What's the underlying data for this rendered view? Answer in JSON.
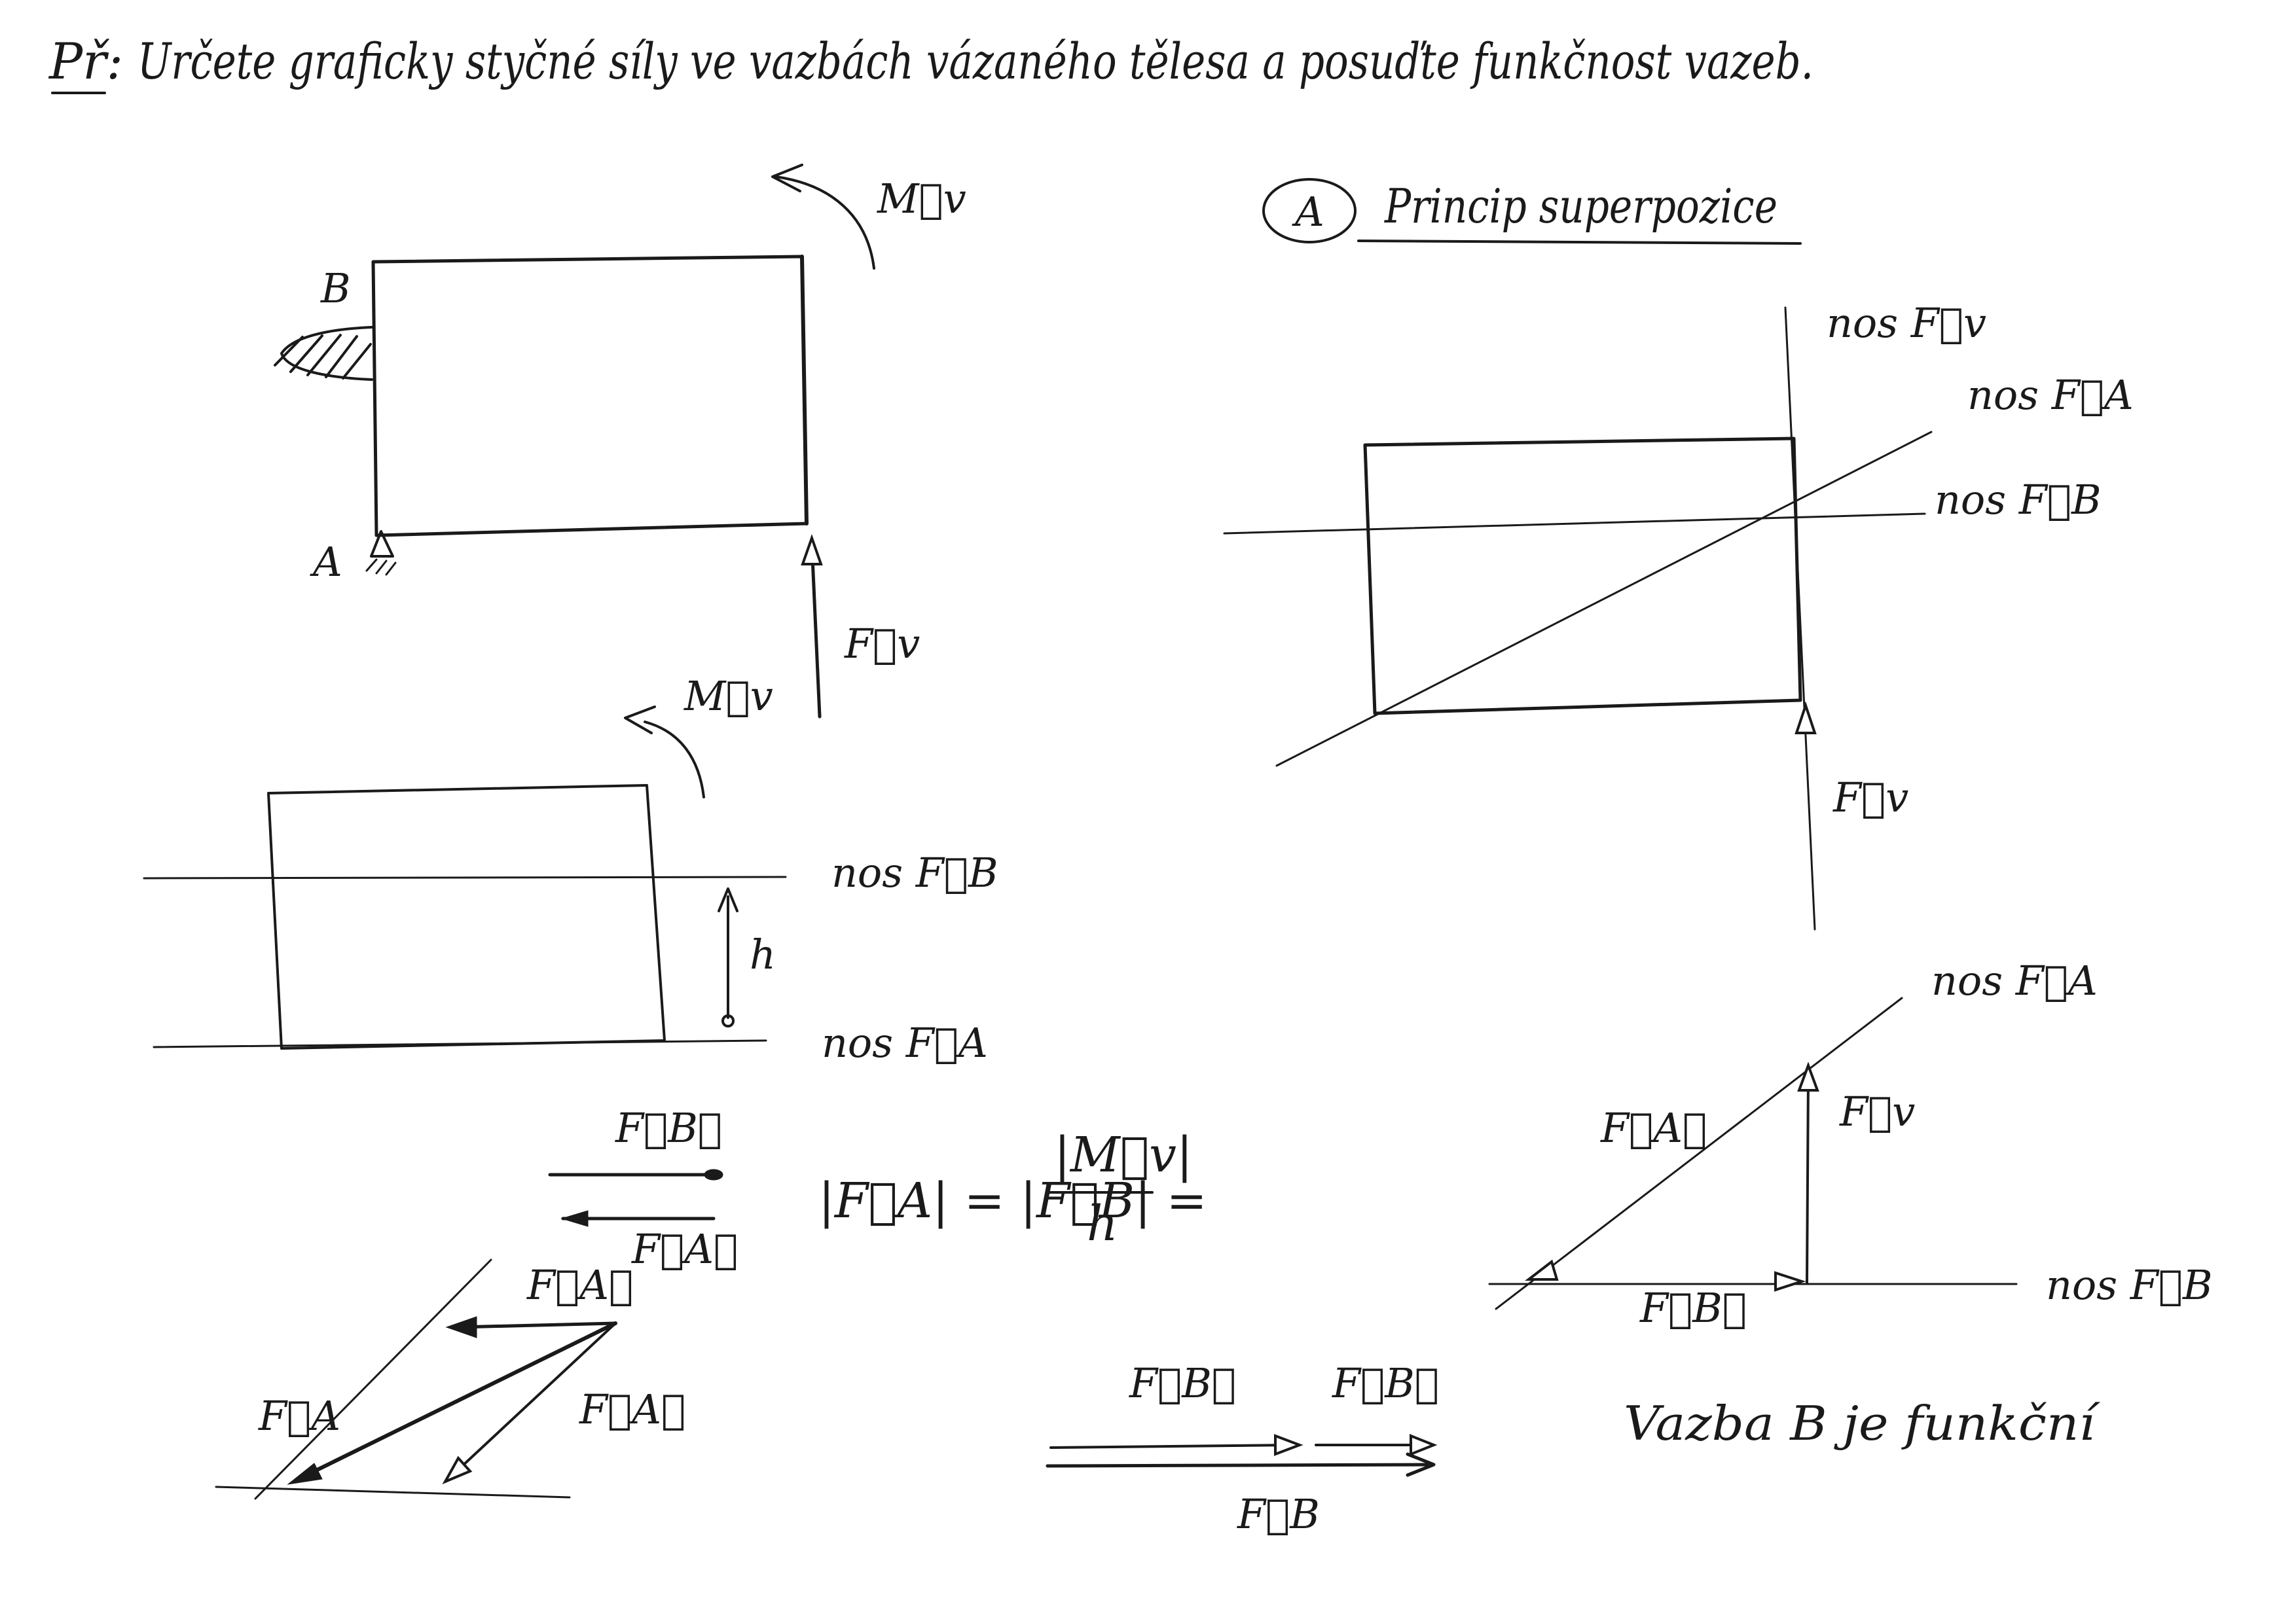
{
  "title": {
    "prefix": "Př:",
    "text": "Určete graficky styčné síly ve vazbách vázaného tělesa a posuďte funkčnost vazeb."
  },
  "figure1": {
    "label_B": "B",
    "label_A": "A",
    "label_Mv": "M⃗v",
    "label_Fv": "F⃗v"
  },
  "figure2": {
    "label_Mv": "M⃗v",
    "label_h": "h",
    "label_osFB": "nos F⃗B",
    "label_osFA": "nos F⃗A"
  },
  "couple": {
    "FB2": "F⃗B②",
    "FA2": "F⃗A②",
    "equation": "|F⃗A| = |F⃗B| = |M⃗v| / h",
    "eq_left": "|F⃗A| = |F⃗B| =",
    "eq_num": "|M⃗v|",
    "eq_den": "h"
  },
  "triangleA": {
    "FA2": "F⃗A②",
    "FA1": "F⃗A①",
    "FA": "F⃗A"
  },
  "sumB": {
    "FB1": "F⃗B①",
    "FB2": "F⃗B②",
    "FB": "F⃗B"
  },
  "superposition": {
    "circle": "A",
    "heading": "Princip superpozice",
    "label_osFv": "nos F⃗v",
    "label_osFA": "nos F⃗A",
    "label_osFB": "nos F⃗B",
    "label_Fv": "F⃗v"
  },
  "triangle1": {
    "label_osFA": "nos F⃗A",
    "label_FA1": "F⃗A①",
    "label_Fv": "F⃗v",
    "label_FB1": "F⃗B①",
    "label_osFB": "nos F⃗B"
  },
  "conclusion": "Vazba B je funkční",
  "colors": {
    "ink": "#1a1a1a",
    "paper": "#ffffff"
  }
}
